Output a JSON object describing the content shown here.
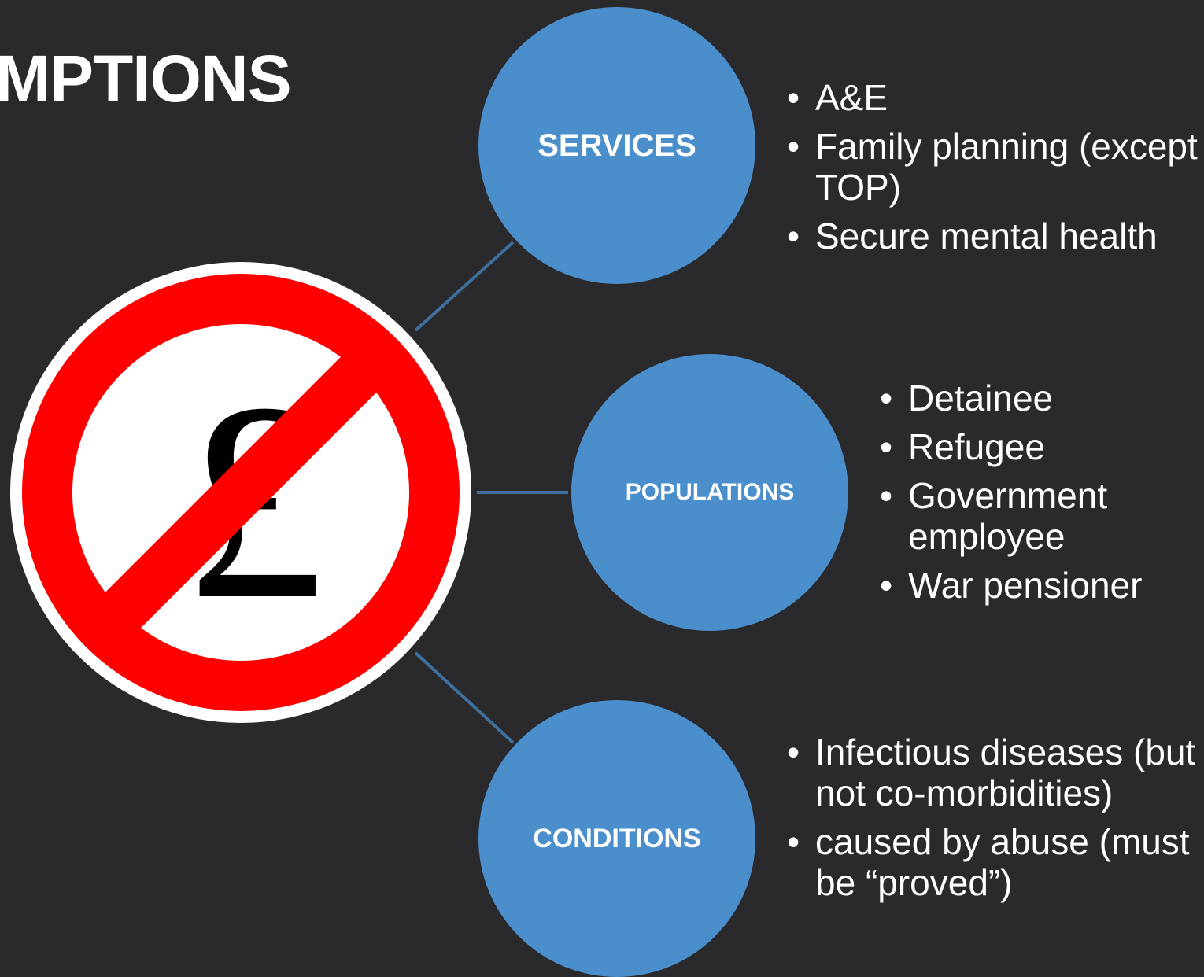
{
  "title": "MPTIONS",
  "icon": "no-pound-sign-icon",
  "colors": {
    "background": "#2a2a2c",
    "node_fill": "#4a8fcc",
    "connector": "#3f6f9c",
    "prohibition_red": "#ff0000",
    "text": "#ffffff"
  },
  "nodes": {
    "services": {
      "label": "SERVICES",
      "items": [
        "A&E",
        "Family planning (except TOP)",
        "Secure mental health"
      ]
    },
    "populations": {
      "label": "POPULATIONS",
      "items": [
        "Detainee",
        "Refugee",
        "Government employee",
        "War pensioner"
      ]
    },
    "conditions": {
      "label": "CONDITIONS",
      "items": [
        "Infectious diseases (but not co-morbidities)",
        "caused by abuse (must be “proved”)"
      ]
    }
  }
}
